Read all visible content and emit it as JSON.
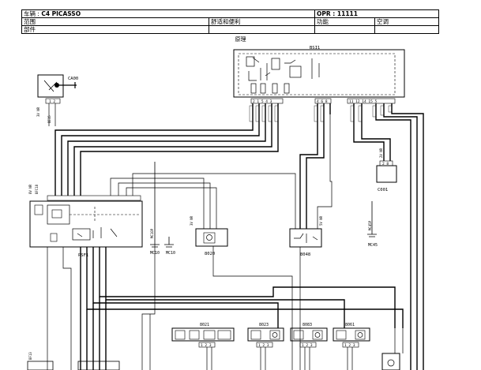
{
  "header": {
    "row1_label": "车辆 :",
    "row1_value": "C4 PICASSO",
    "row1_opr_label": "OPR :",
    "row1_opr_value": "11111",
    "row2_scope_label": "范围",
    "row2_scope_value": "舒适和便利",
    "row2_func_label": "功能",
    "row2_func_value": "空调",
    "row3_part_label": "部件"
  },
  "diagram_title": "原理",
  "components": {
    "bsi": "BSI1",
    "ca00": "CA00",
    "psf1": "PSF1",
    "b020": "8020",
    "b048": "8048",
    "c001": "C001",
    "mc10a": "MC10",
    "mc10b": "MC10",
    "mc45": "MC45",
    "b021": "8021",
    "b023": "8023",
    "b083": "8083",
    "b061": "8061"
  },
  "labels": {
    "ca00_pins": "1 2",
    "ca00_wire": "3V NR",
    "ca00_code": "BE15",
    "bsi_pins_left": "2 1 5 4 3",
    "bsi_pins_mid": "4 6 8",
    "bsi_pins_right": "11 12 14 15 5",
    "psf1_code": "BFC18",
    "psf1_wire": "8V NR",
    "c001_pins": "2 8",
    "c001_wire": "2V NR",
    "b020_wire": "3V NR",
    "b048_wire": "5V NR",
    "mc45_code": "MC45P",
    "mc10_code": "MC10P",
    "b021_pins": "1 2 3",
    "b023_pins": "1 2 3",
    "b083_pins": "1 2 3",
    "b061_pins": "1 2 3",
    "bottom_left_code": "BF13"
  }
}
